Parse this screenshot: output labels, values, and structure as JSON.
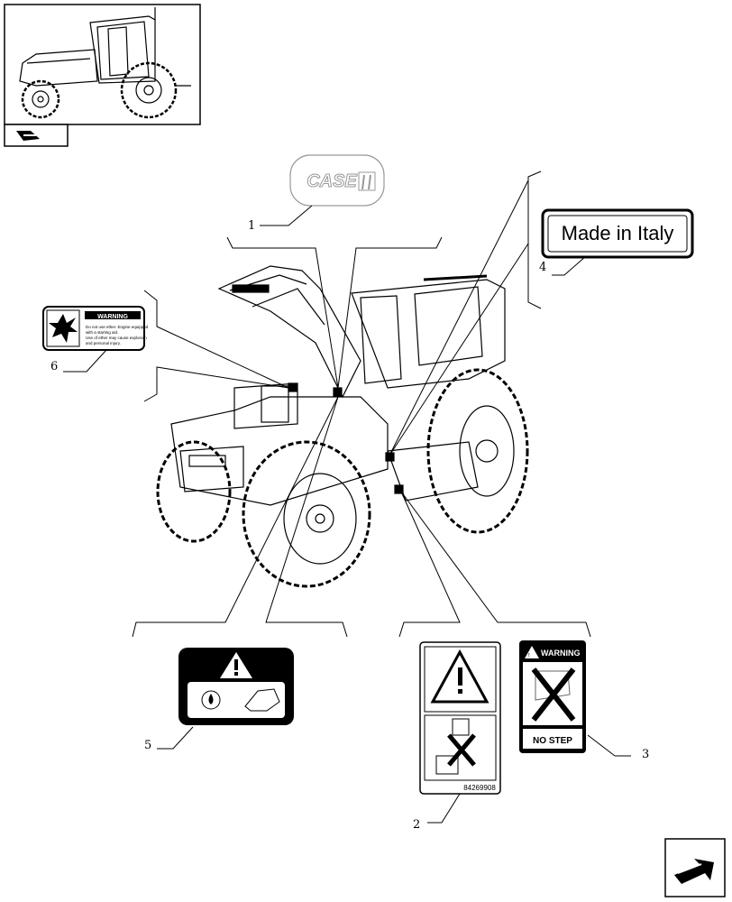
{
  "decals": {
    "made_in": "Made in Italy",
    "brand": "CASE",
    "warning_small": "WARNING",
    "warning_body": [
      "Do not use ether. Engine equipped",
      "with a starting aid.",
      "Use of ether may cause explosion",
      "and personal injury."
    ],
    "warning_big": "WARNING",
    "no_step": "NO STEP",
    "part_number": "84269908"
  },
  "callouts": {
    "c1": "1",
    "c2": "2",
    "c3": "3",
    "c4": "4",
    "c5": "5",
    "c6": "6"
  },
  "icons": {
    "thumbnail": "tractor-thumbnail-icon",
    "prev_page": "previous-page-arrow-icon",
    "next_page": "next-page-arrow-icon"
  }
}
